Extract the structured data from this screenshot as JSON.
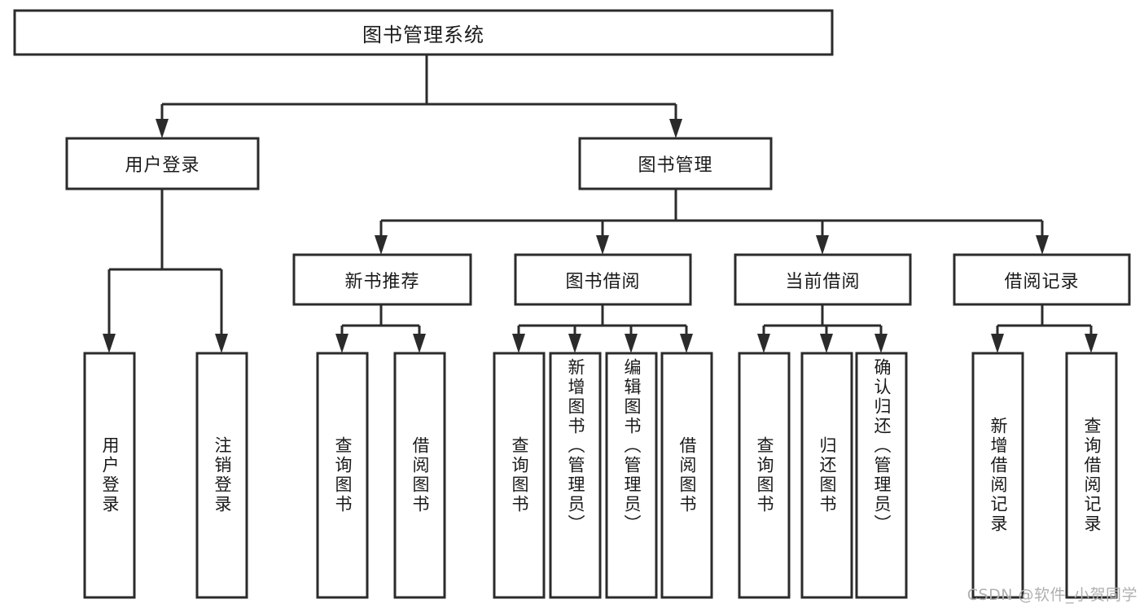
{
  "diagram": {
    "type": "tree-hierarchy",
    "title": "图书管理系统",
    "watermark": "CSDN @软件_小贺同学",
    "colors": {
      "stroke": "#2b2b2b",
      "fill": "#ffffff",
      "text": "#1a1a1a",
      "watermark": "#b0b0b0"
    },
    "levels": {
      "root": {
        "label": "图书管理系统"
      },
      "level2": [
        {
          "label": "用户登录"
        },
        {
          "label": "图书管理"
        }
      ],
      "level3": [
        {
          "label": "新书推荐"
        },
        {
          "label": "图书借阅"
        },
        {
          "label": "当前借阅"
        },
        {
          "label": "借阅记录"
        }
      ],
      "leaves": [
        {
          "label": "用户登录",
          "parent": "用户登录"
        },
        {
          "label": "注销登录",
          "parent": "用户登录"
        },
        {
          "label": "查询图书",
          "parent": "新书推荐"
        },
        {
          "label": "借阅图书",
          "parent": "新书推荐"
        },
        {
          "label": "查询图书",
          "parent": "图书借阅"
        },
        {
          "label": "新增图书（管理员）",
          "parent": "图书借阅"
        },
        {
          "label": "编辑图书（管理员）",
          "parent": "图书借阅"
        },
        {
          "label": "借阅图书",
          "parent": "图书借阅"
        },
        {
          "label": "查询图书",
          "parent": "当前借阅"
        },
        {
          "label": "归还图书",
          "parent": "当前借阅"
        },
        {
          "label": "确认归还（管理员）",
          "parent": "当前借阅"
        },
        {
          "label": "新增借阅记录",
          "parent": "借阅记录"
        },
        {
          "label": "查询借阅记录",
          "parent": "借阅记录"
        }
      ]
    }
  }
}
